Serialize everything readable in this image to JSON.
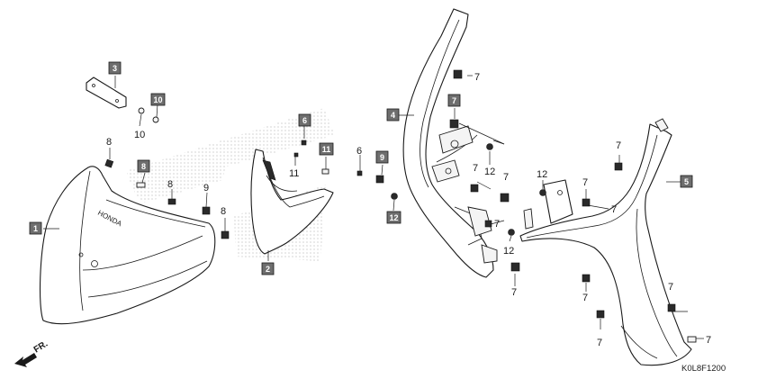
{
  "diagram": {
    "code": "K0L8F1200",
    "direction_label": "FR.",
    "brand_mark": "HONDA",
    "boxed_callouts": [
      {
        "id": "c1",
        "label": "1"
      },
      {
        "id": "c2",
        "label": "2"
      },
      {
        "id": "c3",
        "label": "3"
      },
      {
        "id": "c4",
        "label": "4"
      },
      {
        "id": "c5",
        "label": "5"
      },
      {
        "id": "c6",
        "label": "6"
      },
      {
        "id": "c7",
        "label": "7"
      },
      {
        "id": "c8",
        "label": "8"
      },
      {
        "id": "c9",
        "label": "9"
      },
      {
        "id": "c10",
        "label": "10"
      },
      {
        "id": "c11",
        "label": "11"
      },
      {
        "id": "c12",
        "label": "12"
      }
    ],
    "plain_callouts": [
      {
        "id": "p6",
        "label": "6"
      },
      {
        "id": "p7a",
        "label": "7"
      },
      {
        "id": "p7b",
        "label": "7"
      },
      {
        "id": "p7c",
        "label": "7"
      },
      {
        "id": "p7d",
        "label": "7"
      },
      {
        "id": "p7e",
        "label": "7"
      },
      {
        "id": "p7f",
        "label": "7"
      },
      {
        "id": "p7g",
        "label": "7"
      },
      {
        "id": "p7h",
        "label": "7"
      },
      {
        "id": "p7i",
        "label": "7"
      },
      {
        "id": "p7j",
        "label": "7"
      },
      {
        "id": "p7k",
        "label": "7"
      },
      {
        "id": "p7l",
        "label": "7"
      },
      {
        "id": "p8a",
        "label": "8"
      },
      {
        "id": "p8b",
        "label": "8"
      },
      {
        "id": "p8c",
        "label": "8"
      },
      {
        "id": "p9",
        "label": "9"
      },
      {
        "id": "p10",
        "label": "10"
      },
      {
        "id": "p11",
        "label": "11"
      },
      {
        "id": "p12a",
        "label": "12"
      },
      {
        "id": "p12b",
        "label": "12"
      },
      {
        "id": "p12c",
        "label": "12"
      }
    ]
  }
}
